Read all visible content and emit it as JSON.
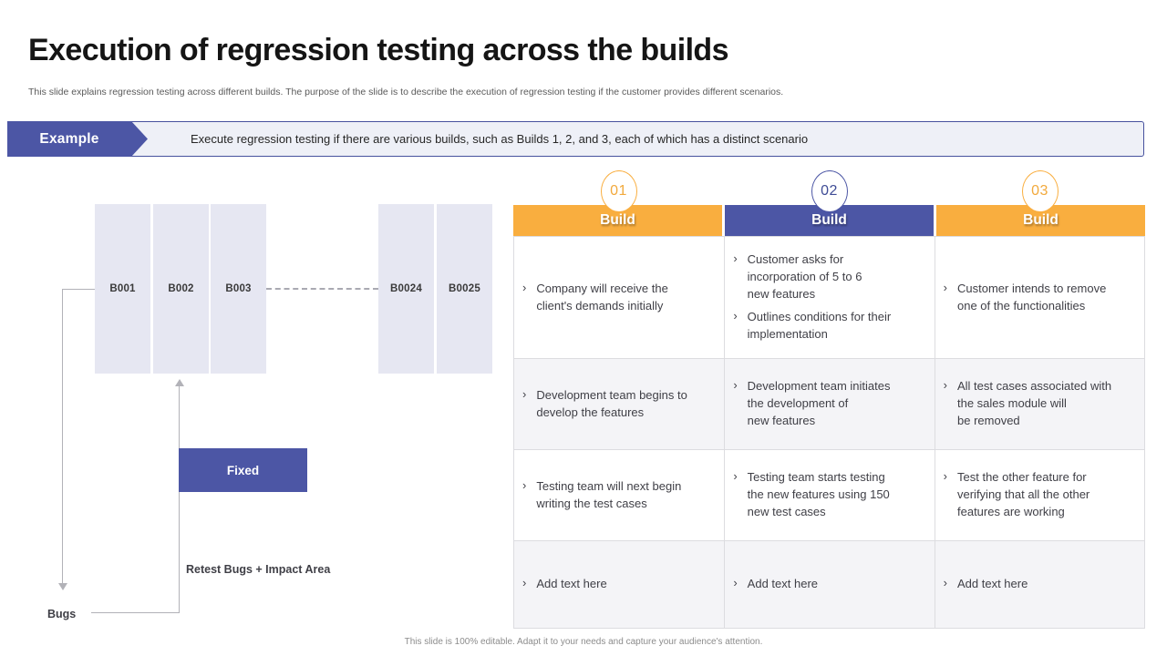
{
  "slide": {
    "title": "Execution of regression testing across the builds",
    "subtitle": "This slide explains regression testing across different builds. The purpose of the slide is to describe the execution of regression testing if the customer provides different scenarios.",
    "footer": "This slide is 100% editable. Adapt it to your needs and capture your audience's attention."
  },
  "example_banner": {
    "label": "Example",
    "text": "Execute regression testing if there are various builds, such as Builds 1, 2, and 3, each of which has a distinct scenario"
  },
  "diagram": {
    "early_builds": [
      "B001",
      "B002",
      "B003"
    ],
    "late_builds": [
      "B0024",
      "B0025"
    ],
    "fixed_label": "Fixed",
    "retest_label": "Retest Bugs + Impact Area",
    "bugs_label": "Bugs"
  },
  "table": {
    "bullet": "›",
    "columns": [
      {
        "number": "01",
        "header": "Build",
        "accent": "#F9AE3F",
        "number_color": "#F2A93C",
        "rows": [
          [
            "Company will receive the\nclient's demands initially"
          ],
          [
            "Development team begins to\ndevelop the features"
          ],
          [
            "Testing team will next begin\nwriting the test cases"
          ],
          [
            "Add text here"
          ]
        ]
      },
      {
        "number": "02",
        "header": "Build",
        "accent": "#4C56A5",
        "number_color": "#3F4C96",
        "rows": [
          [
            "Customer asks for\nincorporation of 5 to 6\nnew features",
            "Outlines conditions for their\nimplementation"
          ],
          [
            "Development team initiates\nthe development of\nnew features"
          ],
          [
            "Testing team starts testing\nthe new features using 150\nnew test cases"
          ],
          [
            "Add text here"
          ]
        ]
      },
      {
        "number": "03",
        "header": "Build",
        "accent": "#F9AE3F",
        "number_color": "#F2A93C",
        "rows": [
          [
            "Customer intends to remove\none of the functionalities"
          ],
          [
            "All test cases associated with\nthe sales module will\nbe removed"
          ],
          [
            "Test the other feature for\nverifying that all the other\nfeatures are working"
          ],
          [
            "Add text here"
          ]
        ]
      }
    ]
  },
  "colors": {
    "purple": "#4C56A5",
    "orange": "#F9AE3F",
    "lavender": "#E6E7F2",
    "banner_fill": "#EEF0F7",
    "banner_border": "#46519E",
    "table_border": "#DCDCE0",
    "row_alt": "#F4F4F7"
  }
}
